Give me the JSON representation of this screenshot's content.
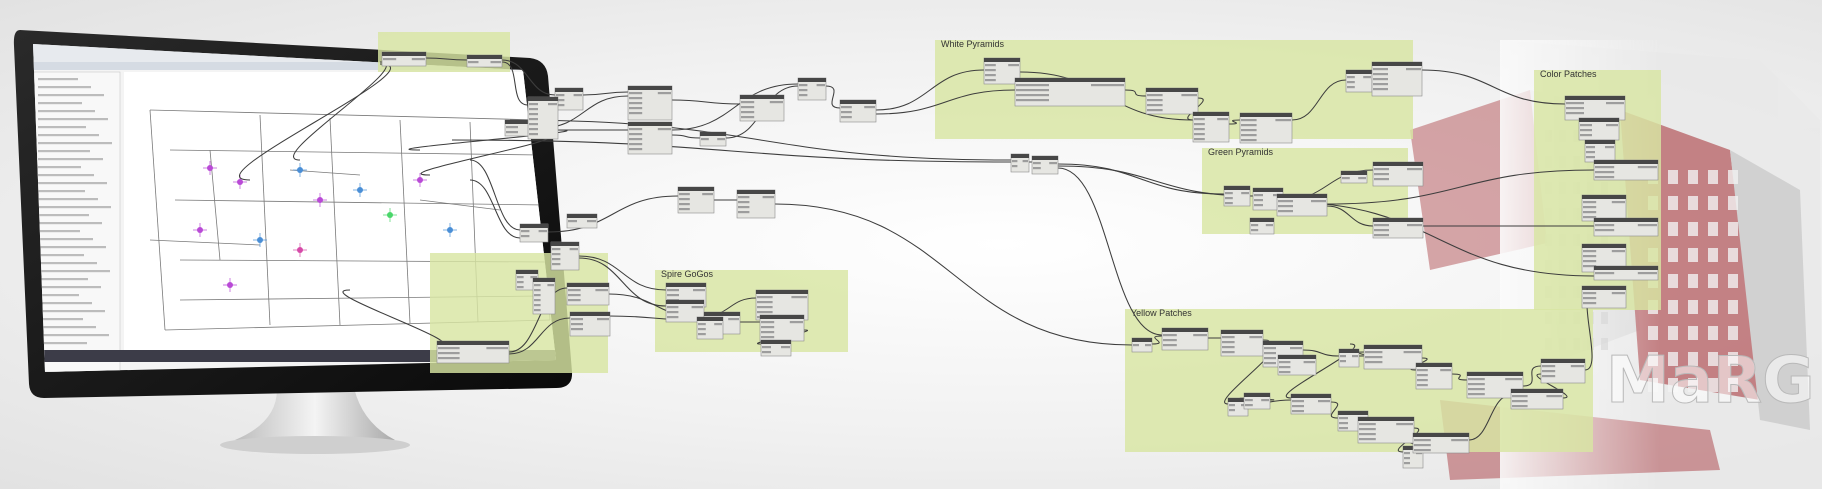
{
  "groups": [
    {
      "title": "White Pyramids"
    },
    {
      "title": "Color Patches"
    },
    {
      "title": "Green Pyramids"
    },
    {
      "title": "Spire GoGos"
    },
    {
      "title": "Yellow Patches"
    }
  ],
  "watermark": "MaRG",
  "colors": {
    "group_fill": "#d8e5a2",
    "node_header": "#474747",
    "node_body": "#e6e6e2",
    "wire": "#3d3d3d",
    "building_red": "#a6343a"
  },
  "monitor": {
    "screen": "revit-floor-plan",
    "icons": [
      "revit-ribbon-icon",
      "properties-panel-icon",
      "project-browser-icon",
      "taskbar-icon"
    ]
  }
}
